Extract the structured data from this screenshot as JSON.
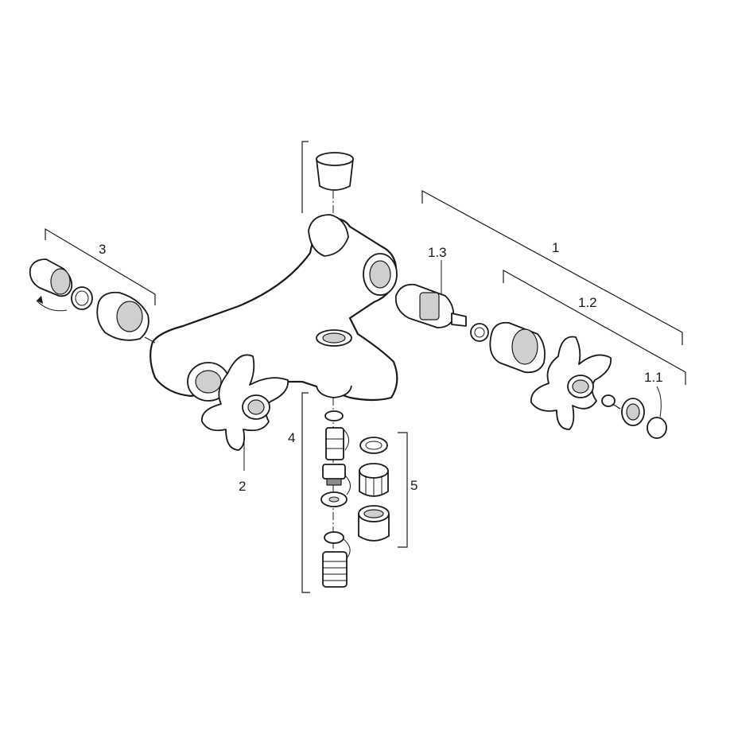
{
  "labels": {
    "l1": "1",
    "l1_1": "1.1",
    "l1_2": "1.2",
    "l1_3": "1.3",
    "l2": "2",
    "l3": "3",
    "l4": "4",
    "l5": "5"
  }
}
